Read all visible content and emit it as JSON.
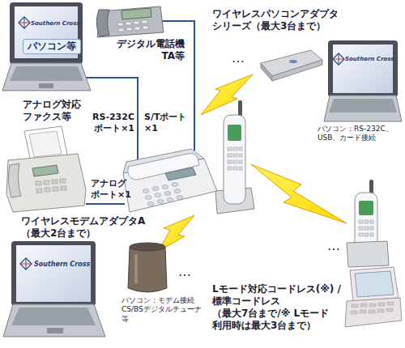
{
  "diagram": {
    "labels": [
      "パソコン等",
      "Southern Cross",
      "デジタル電話機 TA等",
      "ワイヤレスパソコンアダプタ シリーズ（最大3台まで）",
      "…",
      "Southern Cross",
      "パソコン：RS-232C、 USB、カード接続",
      "アナログ対応 ファクス等",
      "RS-232C ポート×1",
      "S/Tポート ×1",
      "アナログ ポート×1",
      "ワイヤレスモデムアダプタA （最大2台まで）",
      "Southern Cross",
      "…",
      "パソコン：モデム接続 CS/BSデジタルチューナ 等",
      "…",
      "Lモード対応コードレス(※) /標準コードレス （最大7台まで/※ Lモード 利用時は最大3台まで）"
    ]
  }
}
